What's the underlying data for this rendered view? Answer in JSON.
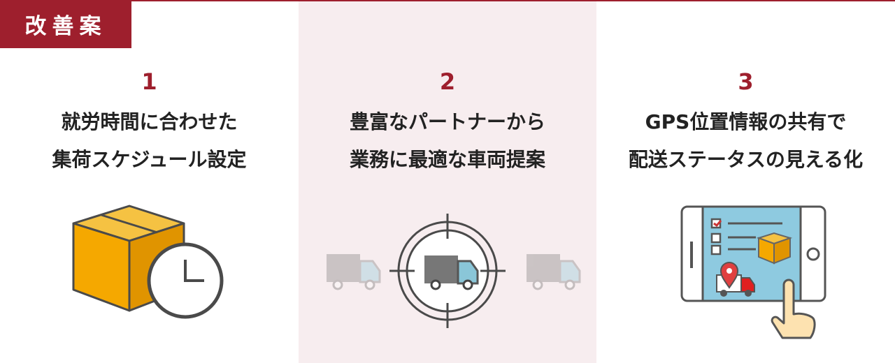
{
  "badge": "改善案",
  "colors": {
    "accent": "#9e1f2d",
    "highlight_bg": "#f7edef"
  },
  "items": [
    {
      "number": "1",
      "line1": "就労時間に合わせた",
      "line2": "集荷スケジュール設定",
      "icon": "box-clock-icon"
    },
    {
      "number": "2",
      "line1": "豊富なパートナーから",
      "line2": "業務に最適な車両提案",
      "icon": "truck-target-icon"
    },
    {
      "number": "3",
      "line1": "GPS位置情報の共有で",
      "line2": "配送ステータスの見える化",
      "icon": "tablet-tracking-icon"
    }
  ]
}
